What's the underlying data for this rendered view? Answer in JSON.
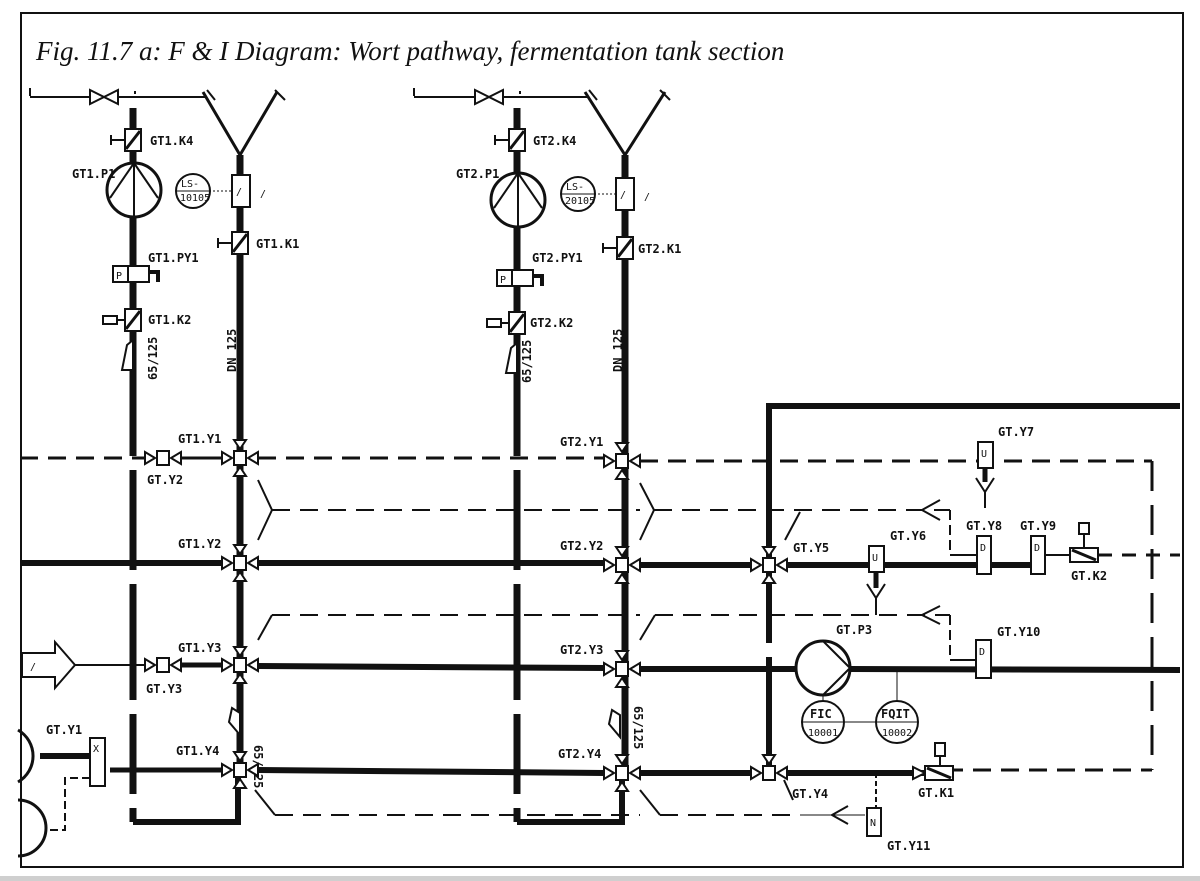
{
  "figure": {
    "title": "Fig. 11.7 a: F & I Diagram: Wort pathway, fermentation tank section"
  },
  "tank_lines": [
    {
      "id": "GT1",
      "pump": "GT1.P1",
      "valve_k4": "GT1.K4",
      "valve_k1": "GT1.K1",
      "pressure_switch": "GT1.PY1",
      "pressure_symbol": "P",
      "valve_k2": "GT1.K2",
      "reducer": "65/125",
      "pipe_size": "DN 125",
      "level_switch": {
        "tag": "LS-",
        "number": "10105"
      },
      "valves": [
        "GT1.Y1",
        "GT1.Y2",
        "GT1.Y3",
        "GT1.Y4"
      ],
      "lower_reducer": "65/125"
    },
    {
      "id": "GT2",
      "pump": "GT2.P1",
      "valve_k4": "GT2.K4",
      "valve_k1": "GT2.K1",
      "pressure_switch": "GT2.PY1",
      "pressure_symbol": "P",
      "valve_k2": "GT2.K2",
      "reducer": "65/125",
      "pipe_size": "DN 125",
      "level_switch": {
        "tag": "LS-",
        "number": "20105"
      },
      "valves": [
        "GT2.Y1",
        "GT2.Y2",
        "GT2.Y3",
        "GT2.Y4"
      ],
      "lower_reducer": "65/125"
    }
  ],
  "common_valves": {
    "y1": "GT.Y1",
    "y2": "GT.Y2",
    "y3": "GT.Y3",
    "y4": "GT.Y4",
    "y5": "GT.Y5",
    "y6": "GT.Y6",
    "y7": "GT.Y7",
    "y8": "GT.Y8",
    "y9": "GT.Y9",
    "y10": "GT.Y10",
    "y11": "GT.Y11",
    "k1": "GT.K1",
    "k2": "GT.K2",
    "p3": "GT.P3"
  },
  "instruments": {
    "fic": {
      "tag": "FIC",
      "number": "10001"
    },
    "fqit": {
      "tag": "FQIT",
      "number": "10002"
    }
  },
  "symbols": {
    "valve_letter": "D",
    "vent_letter": "U",
    "mixproof_letter": "X",
    "drain_letter": "N",
    "inlet_mark": "/",
    "sensor_mark": "/"
  }
}
